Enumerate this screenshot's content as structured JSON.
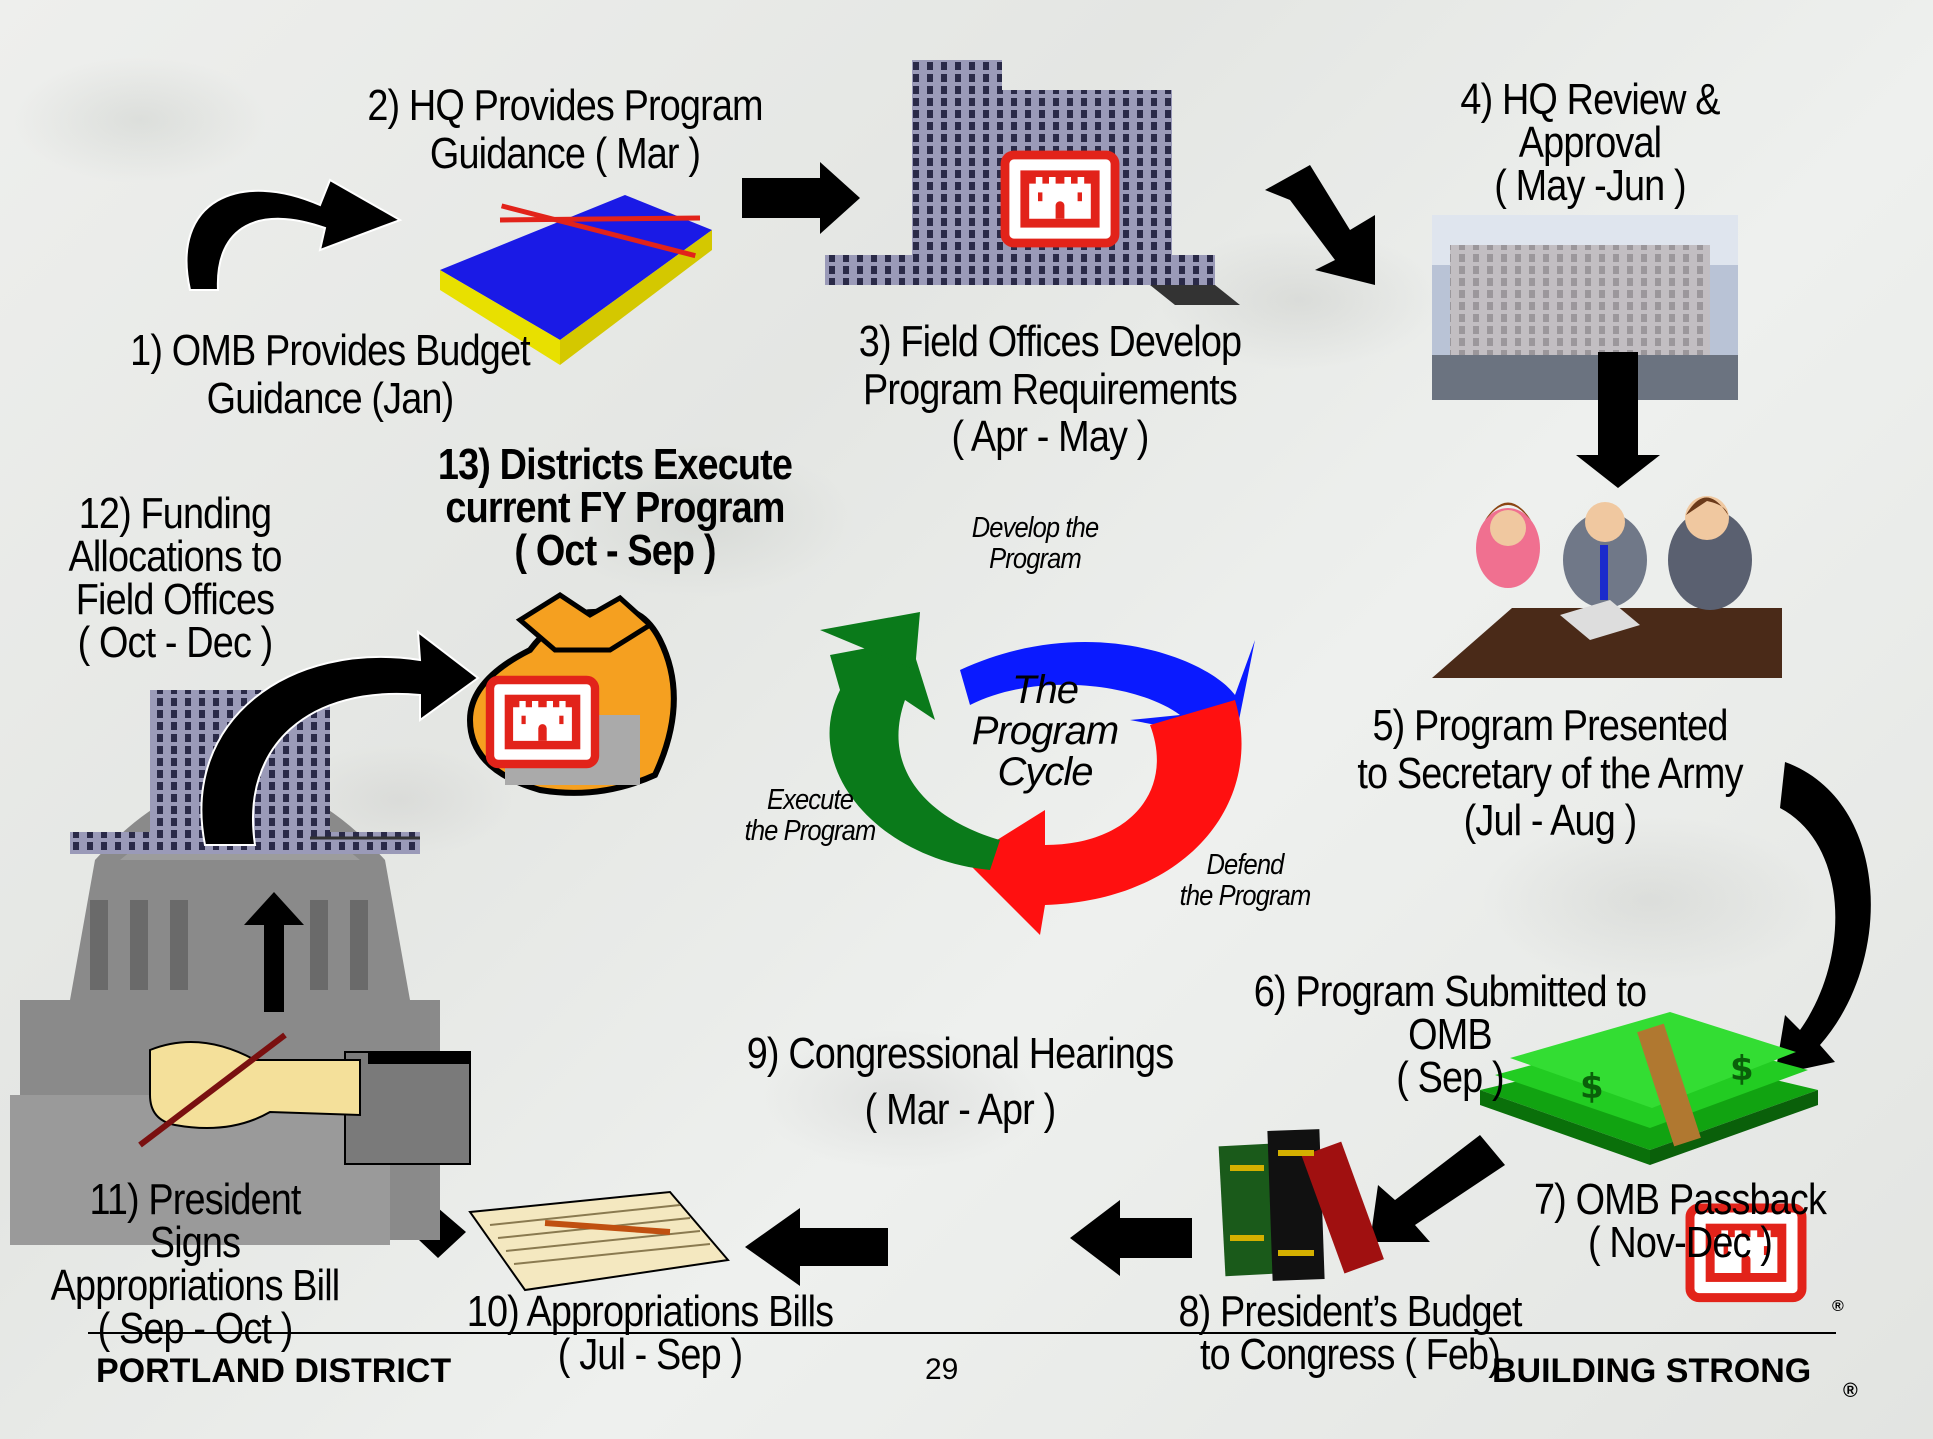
{
  "center_title": "The\nProgram\nCycle",
  "cycle_phases": {
    "develop": "Develop the\nProgram",
    "defend": "Defend\nthe Program",
    "execute": "Execute\nthe Program"
  },
  "steps": {
    "s1": "1)  OMB Provides Budget\nGuidance (Jan)",
    "s2": "2)  HQ Provides Program\nGuidance ( Mar )",
    "s3": "3)  Field Offices Develop\nProgram Requirements\n( Apr   - May  )",
    "s4": "4)  HQ Review &\nApproval\n( May -Jun )",
    "s5": "5)  Program Presented\nto Secretary of the  Army\n(Jul - Aug )",
    "s6": "6)  Program Submitted to OMB\n( Sep )",
    "s7": "7)  OMB Passback\n( Nov-Dec )",
    "s8": "8)  President’s Budget\nto Congress ( Feb)",
    "s9a": "9)  Congressional Hearings",
    "s9b": "( Mar - Apr )",
    "s10": "10)  Appropriations Bills\n( Jul - Sep )",
    "s11": "11)  President\nSigns\nAppropriations Bill\n( Sep - Oct )",
    "s12": "12)  Funding\nAllocations to\nField Offices\n( Oct - Dec )",
    "s13": "13)  Districts Execute\ncurrent FY Program\n( Oct - Sep )"
  },
  "footer": {
    "left": "PORTLAND DISTRICT",
    "page": "29",
    "right": "BUILDING STRONG",
    "mark": "®"
  },
  "colors": {
    "develop": "#0a1aff",
    "defend": "#ff1010",
    "execute": "#0a7a1a",
    "castle_red": "#e2231a",
    "money_green": "#22cc22",
    "bag_orange": "#f5a020"
  },
  "icons": [
    "book-icon",
    "hq-building-icon",
    "pentagon-photo",
    "meeting-people-icon",
    "money-stack-icon",
    "books-icon",
    "bill-paper-icon",
    "signing-hand-icon",
    "capitol-dome-icon",
    "money-bag-icon",
    "castle-logo-icon"
  ]
}
